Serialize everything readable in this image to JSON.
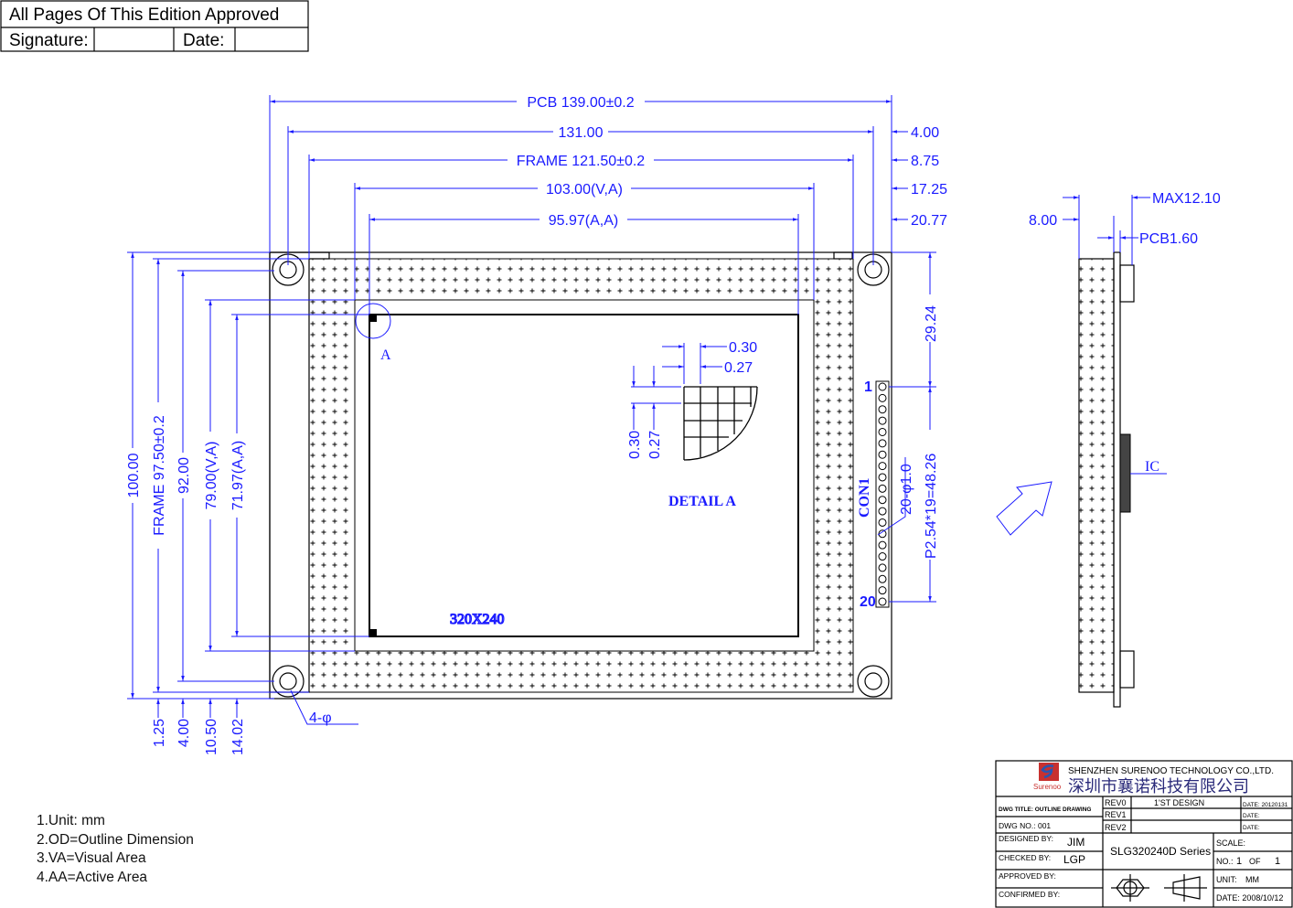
{
  "approval_box": {
    "title": "All Pages Of This Edition Approved",
    "signature_label": "Signature:",
    "date_label": "Date:"
  },
  "top_dims": {
    "pcb": "PCB  139.00±0.2",
    "mount": "131.00",
    "frame": "FRAME  121.50±0.2",
    "va": "103.00(V,A)",
    "aa": "95.97(A,A)",
    "off_mount": "4.00",
    "off_frame": "8.75",
    "off_va": "17.25",
    "off_aa": "20.77"
  },
  "left_dims": {
    "pcb": "100.00",
    "frame": "FRAME  97.50±0.2",
    "mount": "92.00",
    "va": "79.00(V,A)",
    "aa": "71.97(A,A)",
    "off_frame": "1.25",
    "off_mount": "4.00",
    "off_va": "10.50",
    "off_aa": "14.02"
  },
  "right_dims": {
    "con_top": "29.24",
    "pitch": "P2.54*19=48.26",
    "pins": "20-φ1.0",
    "con_label": "CON1",
    "pin_first": "1",
    "pin_last": "20"
  },
  "holes_label": "4-φ",
  "detail": {
    "marker": "A",
    "title": "DETAIL  A",
    "pitch_h": "0.30",
    "dot_h": "0.27",
    "pitch_v": "0.30",
    "dot_v": "0.27"
  },
  "resolution": "320X240",
  "side_view": {
    "max": "MAX12.10",
    "thickness": "8.00",
    "pcb": "PCB1.60",
    "ic": "IC"
  },
  "notes": [
    "1.Unit: mm",
    "2.OD=Outline Dimension",
    "3.VA=Visual Area",
    "4.AA=Active Area"
  ],
  "title_block": {
    "company_en": "SHENZHEN SURENOO TECHNOLOGY CO.,LTD.",
    "company_cn": "深圳市襄诺科技有限公司",
    "logo_text": "Surenoo",
    "dwg_title": "DWG TITLE: OUTLINE DRAWING",
    "dwg_no": "DWG NO.: 001",
    "revs": [
      {
        "rev": "REV0",
        "desc": "1'ST DESIGN",
        "date": "DATE: 20120131"
      },
      {
        "rev": "REV1",
        "desc": "",
        "date": "DATE:"
      },
      {
        "rev": "REV2",
        "desc": "",
        "date": "DATE:"
      }
    ],
    "designed_label": "DESIGNED BY:",
    "designed": "JIM",
    "checked_label": "CHECKED BY:",
    "checked": "LGP",
    "approved_label": "APPROVED BY:",
    "confirmed_label": "CONFIRMED BY:",
    "model": "SLG320240D Series",
    "scale_label": "SCALE:",
    "no_label": "NO.:",
    "no": "1",
    "of_label": "OF",
    "of": "1",
    "unit_label": "UNIT:",
    "unit": "MM",
    "date": "DATE: 2008/10/12"
  },
  "colors": {
    "dimension": "#1a1aff",
    "outline": "#000000"
  }
}
